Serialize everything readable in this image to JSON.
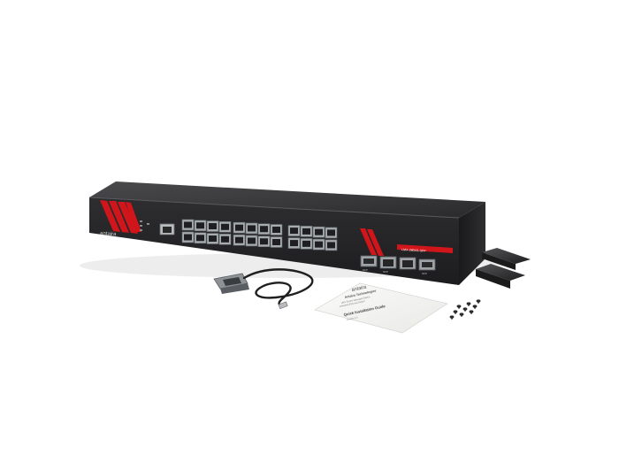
{
  "product": {
    "front_logo": "antaira",
    "model_badge": "LMX-2804G-SFP",
    "port_tags": [
      "SFP",
      "SFP",
      "SFP"
    ]
  },
  "accessories": {
    "guide": {
      "brand": "antaira",
      "company": "Antaira Technologies",
      "title": "Quick Installation Guide",
      "body_lines": [
        "LMX Series Managed Switch",
        "Industrial Ethernet Switch",
        "Version 1.0"
      ]
    }
  },
  "colors": {
    "chassis": "#2b2b2d",
    "chassis_top": "#3a3a3c",
    "accent_red": "#d0151b",
    "port_metal": "#9ea3a6",
    "paper": "#f4f4f2"
  },
  "icons": [
    "rj45-port-icon",
    "sfp-cage-icon",
    "screw-icon",
    "db9-connector-icon"
  ]
}
